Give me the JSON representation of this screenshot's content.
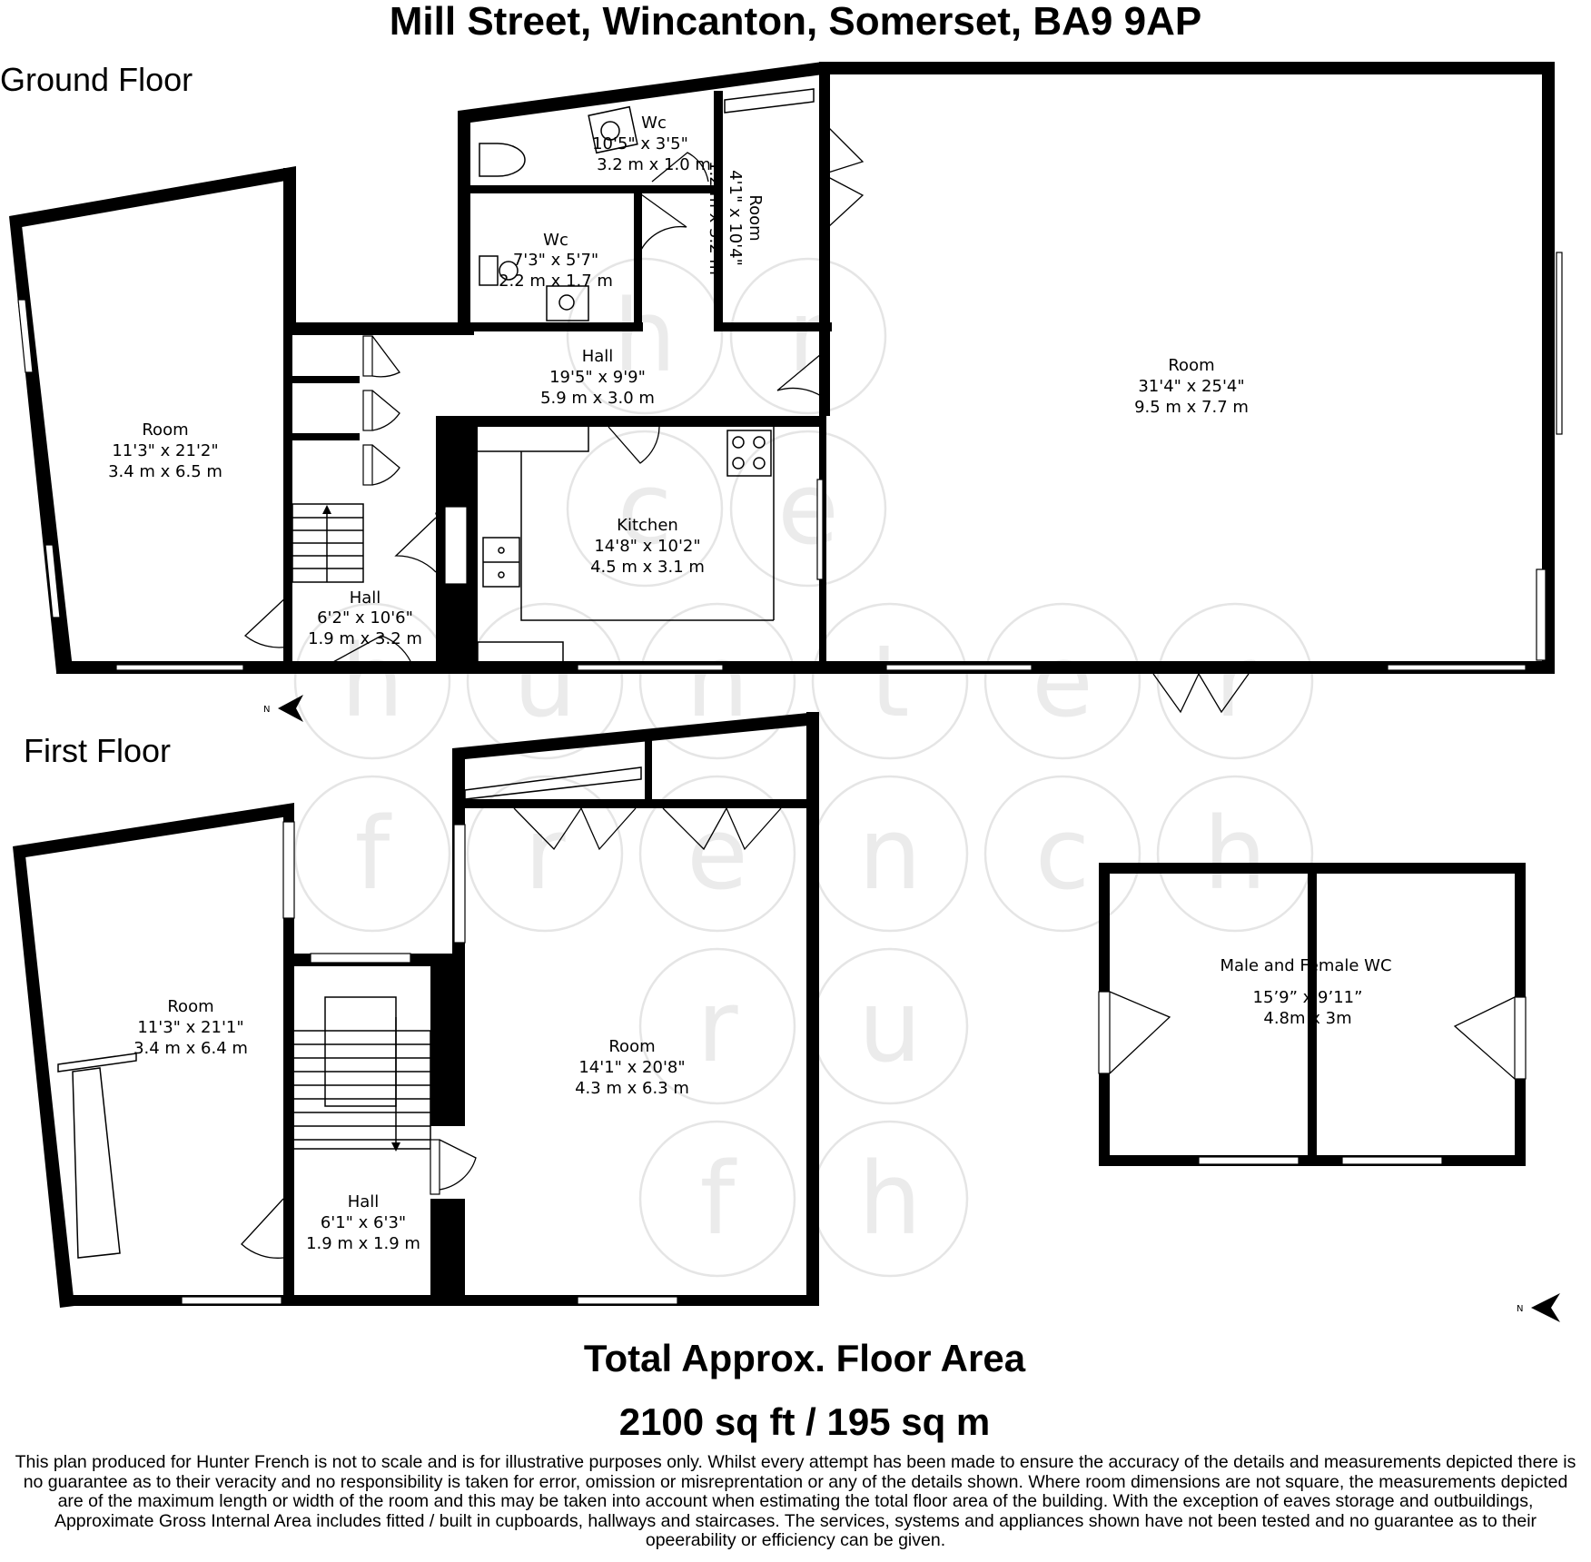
{
  "title": "Mill Street, Wincanton, Somerset, BA9 9AP",
  "ground_floor": {
    "label": "Ground Floor",
    "rooms": {
      "room_left": {
        "name": "Room",
        "imperial": "11'3\" x 21'2\"",
        "metric": "3.4 m x 6.5 m"
      },
      "wc_top": {
        "name": "Wc",
        "imperial": "10'5\" x 3'5\"",
        "metric": "3.2 m x 1.0 m"
      },
      "wc_mid": {
        "name": "Wc",
        "imperial": "7'3\" x 5'7\"",
        "metric": "2.2 m x 1.7 m"
      },
      "room_small": {
        "name": "Room",
        "imperial": "4'1\" x 10'4\"",
        "metric": "1.2 m x 3.2 m"
      },
      "hall_main": {
        "name": "Hall",
        "imperial": "19'5\" x 9'9\"",
        "metric": "5.9 m x 3.0 m"
      },
      "room_large": {
        "name": "Room",
        "imperial": "31'4\" x 25'4\"",
        "metric": "9.5 m x 7.7 m"
      },
      "kitchen": {
        "name": "Kitchen",
        "imperial": "14'8\" x 10'2\"",
        "metric": "4.5 m x 3.1 m"
      },
      "hall_small": {
        "name": "Hall",
        "imperial": "6'2\" x 10'6\"",
        "metric": "1.9 m x 3.2 m"
      }
    }
  },
  "first_floor": {
    "label": "First Floor",
    "rooms": {
      "room_left": {
        "name": "Room",
        "imperial": "11'3\" x 21'1\"",
        "metric": "3.4 m x 6.4 m"
      },
      "room_right": {
        "name": "Room",
        "imperial": "14'1\" x 20'8\"",
        "metric": "4.3 m x 6.3 m"
      },
      "hall": {
        "name": "Hall",
        "imperial": "6'1\" x 6'3\"",
        "metric": "1.9 m x 1.9 m"
      }
    }
  },
  "outbuilding": {
    "name": "Male and Female WC",
    "dims": "15’9” x 9’11”",
    "metric": "4.8m x 3m"
  },
  "north_label": "N",
  "total_heading": "Total Approx. Floor Area",
  "total_area": "2100 sq ft / 195 sq m",
  "disclaimer": "This plan produced for Hunter French is not to scale and is for illustrative purposes only.  Whilst every attempt has been made to ensure the accuracy of the details and measurements depicted there is no guarantee as to their veracity and no responsibility is taken for error, omission or misreprentation or any of the details shown.  Where room dimensions are not square, the measurements depicted are of the maximum length or width of the room and this may be taken into account when estimating the total floor area of the building.  With the exception of eaves storage and outbuildings, Approximate Gross Internal Area includes fitted / built in cupboards, hallways and staircases.  The services, systems and appliances shown have not been tested and no guarantee as to their opeerability or efficiency can be given.",
  "watermark_letters": [
    "h",
    "r",
    "c",
    "e",
    "h",
    "u",
    "n",
    "t",
    "e",
    "r",
    "f",
    "r",
    "e",
    "n",
    "c",
    "h",
    "r",
    "u",
    "f",
    "h"
  ]
}
